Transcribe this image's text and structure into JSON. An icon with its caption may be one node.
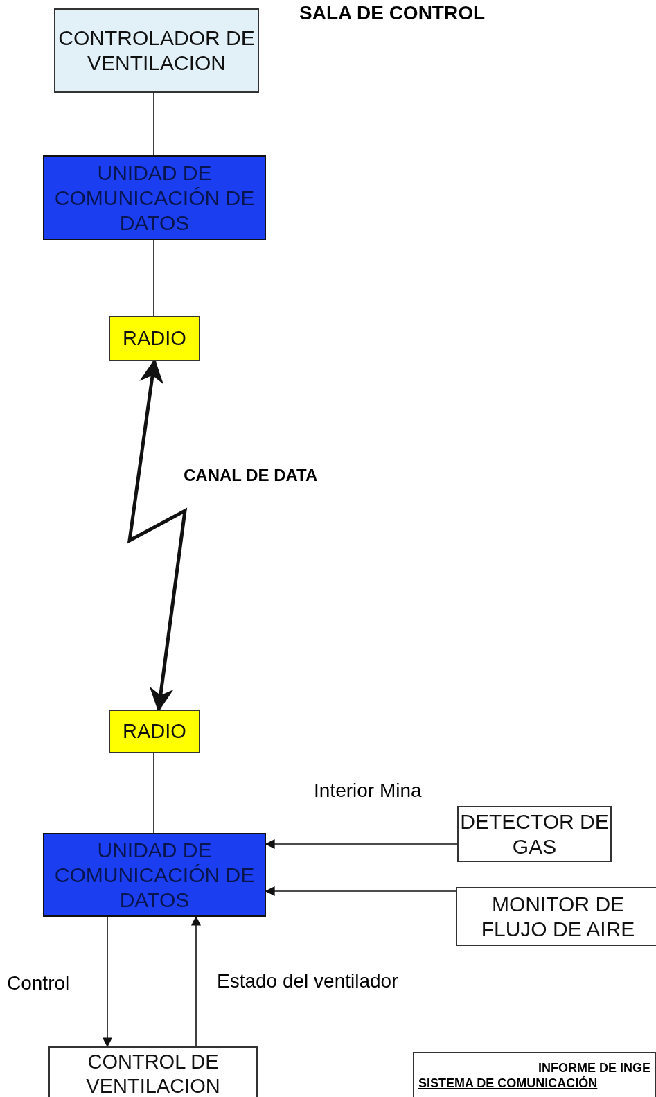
{
  "diagram": {
    "title": "SALA DE CONTROL",
    "nodes": [
      {
        "text": [
          "CONTROLADOR DE VENTILACION"
        ]
      },
      {
        "text": [
          "UNIDAD DE COMUNICACIÓN DE DATOS"
        ]
      },
      {
        "text": [
          "RADIO"
        ]
      },
      {
        "text": [
          "RADIO"
        ]
      },
      {
        "text": [
          "UNIDAD DE COMUNICACIÓN DE DATOS"
        ]
      },
      {
        "text": [
          "DETECTOR DE GAS"
        ]
      },
      {
        "text": [
          "MONITOR DE FLUJO DE AIRE"
        ]
      },
      {
        "text": [
          "CONTROL DE VENTILACION"
        ]
      },
      {
        "text": [
          "INFORME DE INGE",
          "SISTEMA DE COMUNICACIÓN"
        ]
      }
    ],
    "edges": [
      {
        "from": 0,
        "to": 1,
        "arrow": "none"
      },
      {
        "from": 1,
        "to": 2,
        "arrow": "none"
      },
      {
        "from": 2,
        "to": 3,
        "arrow": "both",
        "label": "CANAL DE DATA",
        "style": "thick"
      },
      {
        "from": 3,
        "to": 4,
        "arrow": "none"
      },
      {
        "from": 5,
        "to": 4,
        "arrow": "to"
      },
      {
        "from": 6,
        "to": 4,
        "arrow": "to"
      },
      {
        "from": 4,
        "to": 7,
        "arrow": "to",
        "label": "Control"
      },
      {
        "from": 7,
        "to": 4,
        "arrow": "to",
        "label": "Estado del ventilador"
      }
    ],
    "labels": [
      "Interior Mina"
    ]
  }
}
